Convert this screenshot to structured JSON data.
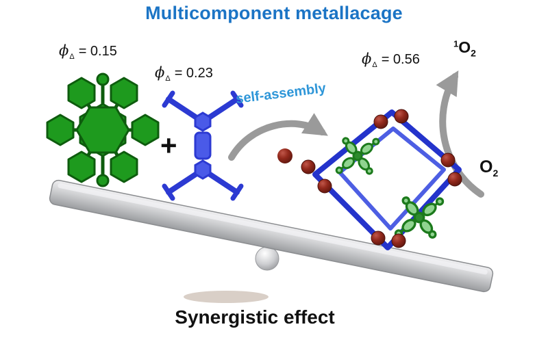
{
  "title": {
    "text": "Multicomponent metallacage",
    "color": "#1b74c5"
  },
  "labels": {
    "phi_green": {
      "symbol": "ϕ",
      "subscript": "Δ",
      "value": "= 0.15"
    },
    "phi_blue": {
      "symbol": "ϕ",
      "subscript": "Δ",
      "value": "= 0.23"
    },
    "phi_cage": {
      "symbol": "ϕ",
      "subscript": "Δ",
      "value": "= 0.56"
    },
    "plus_sign": "+",
    "self_assembly": "self-assembly",
    "singlet_oxygen": {
      "superscript": "1",
      "base": "O",
      "subscript": "2"
    },
    "oxygen": {
      "base": "O",
      "subscript": "2"
    },
    "caption": "Synergistic effect"
  },
  "colors": {
    "title_blue": "#1b74c5",
    "self_assembly_blue": "#2e96d8",
    "molecule_green": "#1e9a1e",
    "molecule_green_dark": "#0e5c0e",
    "cage_panel_green": "#90d490",
    "ligand_blue": "#3a48dd",
    "ligand_blue_dark": "#2230c0",
    "metal_sphere_red": "#93291c",
    "arrow_gray": "#9a9a9a",
    "plank_gray": "#c6c7c9",
    "text_black": "#111111"
  },
  "graphics": {
    "green_molecule": "green-photosensitizer-molecule",
    "blue_ligand": "blue-tetratopic-ligand",
    "metallacage": "assembled-metallacage-with-red-metal-corners",
    "guest_sphere": "red-guest-sphere",
    "self_assembly_arrow": "curved-gray-arrow",
    "oxygen_arrow": "curved-gray-arrow-O2-to-singlet-O2",
    "seesaw": "gray-balance-plank-on-ball-pivot"
  }
}
